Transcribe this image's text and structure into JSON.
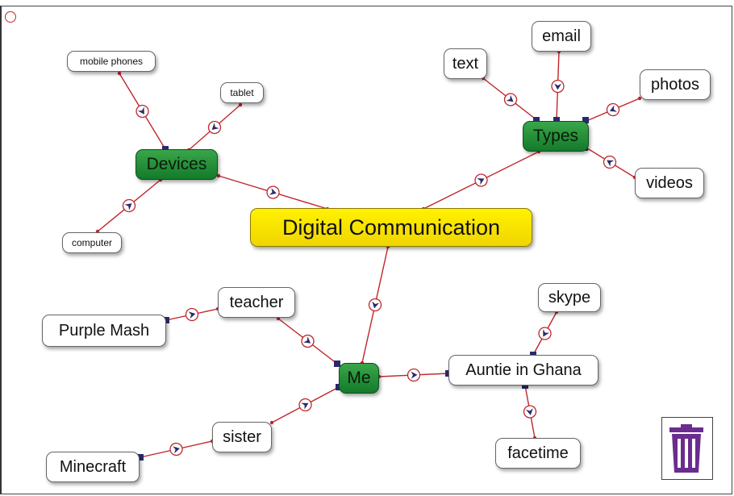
{
  "root": {
    "label": "Digital Communication"
  },
  "hubs": {
    "devices": "Devices",
    "types": "Types",
    "me": "Me"
  },
  "leaves": {
    "mobile_phones": "mobile phones",
    "tablet": "tablet",
    "computer": "computer",
    "text": "text",
    "email": "email",
    "photos": "photos",
    "videos": "videos",
    "teacher": "teacher",
    "purple_mash": "Purple Mash",
    "sister": "sister",
    "minecraft": "Minecraft",
    "auntie": "Auntie in Ghana",
    "skype": "skype",
    "facetime": "facetime"
  },
  "colors": {
    "link": "#c0262c",
    "connector": "#2a2a6a",
    "trash": "#6b2c8f"
  },
  "icons": {
    "trash": "trash-icon"
  }
}
